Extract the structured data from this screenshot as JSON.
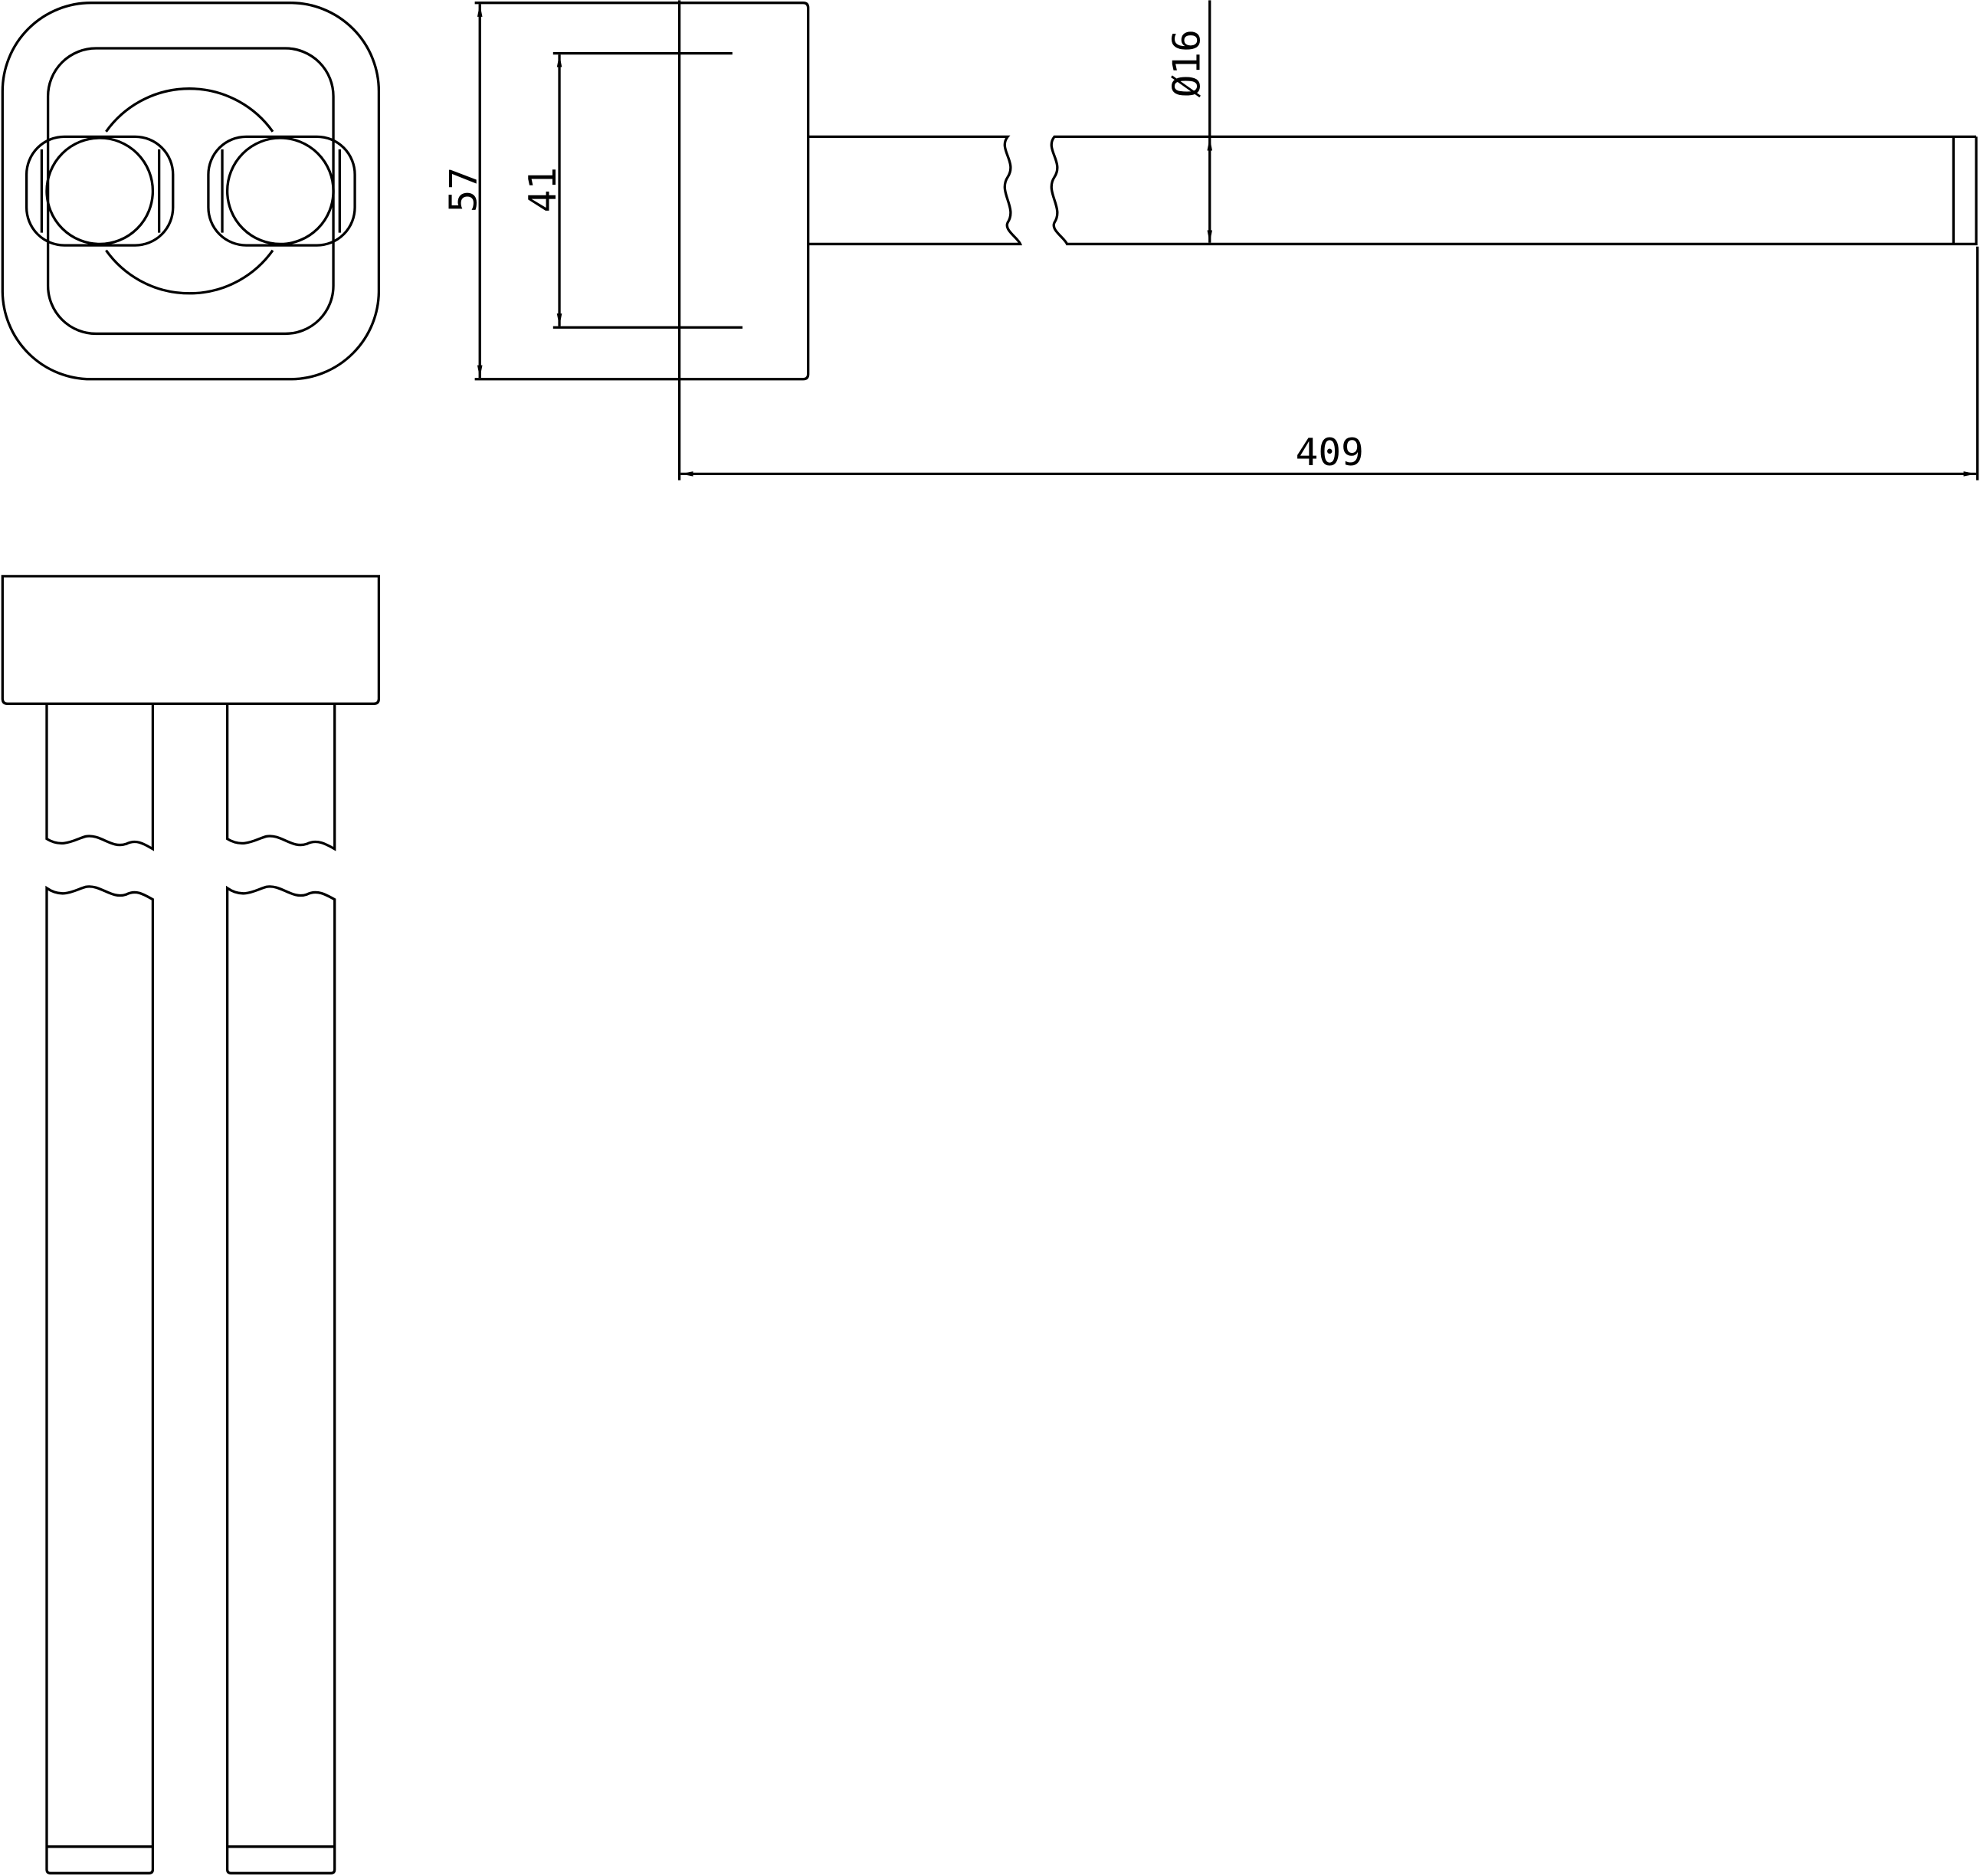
{
  "dimensions": {
    "plate_height": "57",
    "mount_spacing": "41",
    "rod_diameter": "Ø16",
    "total_length": "409"
  },
  "colors": {
    "line": "#000000",
    "background": "#ffffff"
  }
}
